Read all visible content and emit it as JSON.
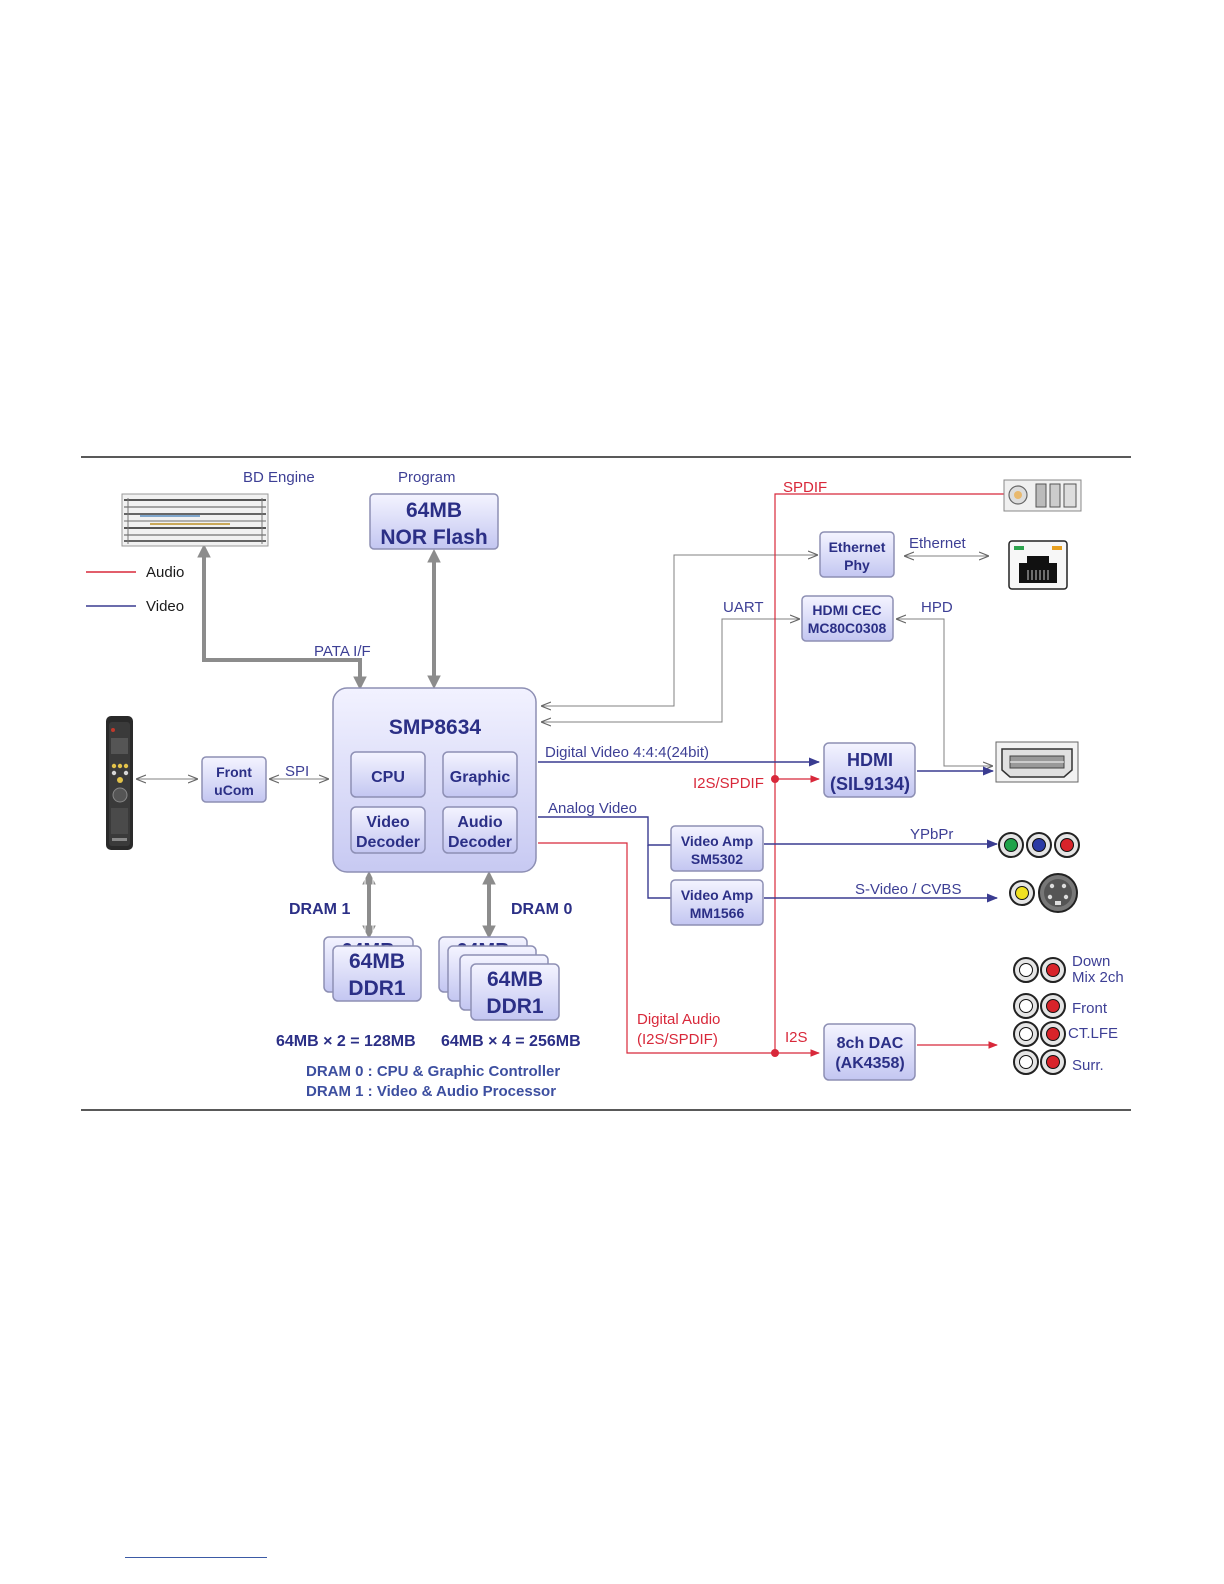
{
  "legend": {
    "audio": "Audio",
    "video": "Video",
    "audio_color": "#d8283a",
    "video_color": "#3a3c91"
  },
  "labels": {
    "bd_engine": "BD Engine",
    "program": "Program",
    "pata": "PATA I/F",
    "spi": "SPI",
    "spdif": "SPDIF",
    "ethernet": "Ethernet",
    "uart": "UART",
    "hpd": "HPD",
    "digital_video": "Digital Video 4:4:4(24bit)",
    "i2s_spdif": "I2S/SPDIF",
    "analog_video": "Analog Video",
    "ypbpr": "YPbPr",
    "svideo": "S-Video / CVBS",
    "digital_audio_1": "Digital Audio",
    "digital_audio_2": "(I2S/SPDIF)",
    "i2s": "I2S",
    "dram1": "DRAM 1",
    "dram0": "DRAM 0",
    "calc1": "64MB × 2 = 128MB",
    "calc2": "64MB × 4 = 256MB",
    "note1": "DRAM 0 : CPU & Graphic Controller",
    "note2": "DRAM 1 : Video & Audio Processor",
    "out_downmix_1": "Down",
    "out_downmix_2": "Mix 2ch",
    "out_front": "Front",
    "out_ctlfe": "CT.LFE",
    "out_surr": "Surr."
  },
  "blocks": {
    "nor_1": "64MB",
    "nor_2": "NOR Flash",
    "eth_1": "Ethernet",
    "eth_2": "Phy",
    "cec_1": "HDMI CEC",
    "cec_2": "MC80C0308",
    "smp": "SMP8634",
    "cpu": "CPU",
    "graphic": "Graphic",
    "vdec_1": "Video",
    "vdec_2": "Decoder",
    "adec_1": "Audio",
    "adec_2": "Decoder",
    "front_1": "Front",
    "front_2": "uCom",
    "hdmi_1": "HDMI",
    "hdmi_2": "(SIL9134)",
    "vamp1_1": "Video Amp",
    "vamp1_2": "SM5302",
    "vamp2_1": "Video Amp",
    "vamp2_2": "MM1566",
    "dac_1": "8ch DAC",
    "dac_2": "(AK4358)",
    "ddr_1": "64MB",
    "ddr_2": "DDR1",
    "ddr_hidden": "64MB"
  },
  "icons": [
    "bd-drive-icon",
    "remote-control-icon",
    "optical-port-icon",
    "rj45-port-icon",
    "hdmi-port-icon",
    "ypbpr-jacks-icon",
    "svideo-cvbs-jacks-icon",
    "rca-jack-pairs-icon"
  ]
}
